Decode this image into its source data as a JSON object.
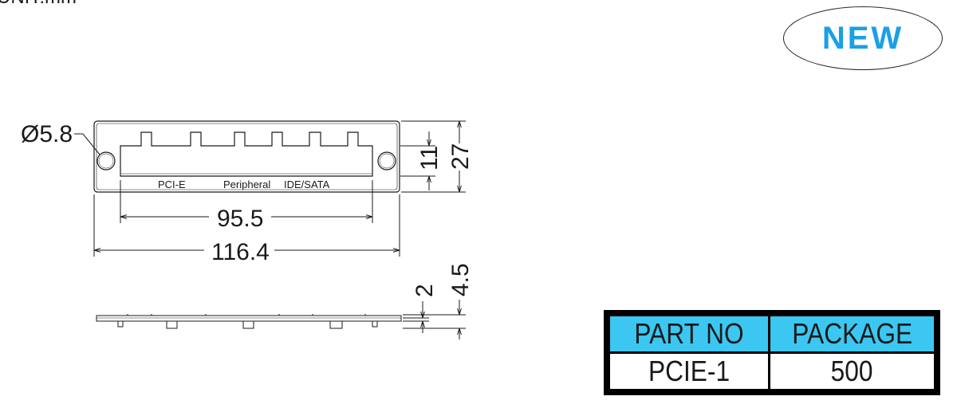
{
  "unit_label": "UNIT:mm",
  "badge": {
    "text": "NEW",
    "color": "#1aa0e6"
  },
  "drawing": {
    "labels": {
      "pcie": "PCI-E",
      "peripheral": "Peripheral",
      "ide_sata": "IDE/SATA"
    },
    "dimensions": {
      "hole_diameter": "Ø5.8",
      "inner_width": "95.5",
      "overall_width": "116.4",
      "slot_height": "11",
      "overall_height": "27",
      "thickness": "2",
      "overall_thickness": "4.5"
    }
  },
  "table": {
    "headers": [
      "PART NO",
      "PACKAGE"
    ],
    "rows": [
      [
        "PCIE-1",
        "500"
      ]
    ],
    "header_color": "#3cc7f2"
  }
}
